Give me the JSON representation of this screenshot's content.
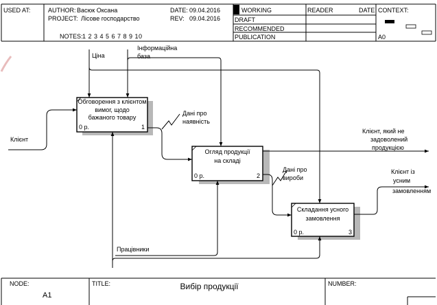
{
  "header": {
    "used_at": "USED AT:",
    "author_label": "AUTHOR:",
    "author": "Васюк Оксана",
    "project_label": "PROJECT:",
    "project": "Лісове господарство",
    "date_label": "DATE:",
    "date": "09.04.2016",
    "rev_label": "REV:",
    "rev": "09.04.2016",
    "notes_label": "NOTES:",
    "notes": "1 2 3 4 5 6 7 8 9 10",
    "status": [
      "WORKING",
      "DRAFT",
      "RECOMMENDED",
      "PUBLICATION"
    ],
    "reader": "READER",
    "reader_date": "DATE",
    "context": "CONTEXT:",
    "context_node": "A0"
  },
  "boxes": [
    {
      "lines": [
        "Обговорення з клієнтом",
        "вимог, щодо",
        "бажаного товару"
      ],
      "cost": "0 р.",
      "num": "1"
    },
    {
      "lines": [
        "Огляд продукції",
        "на складі"
      ],
      "cost": "0 р.",
      "num": "2"
    },
    {
      "lines": [
        "Складання усного",
        "замовлення"
      ],
      "cost": "0 р.",
      "num": "3"
    }
  ],
  "arrows": {
    "price": "Ціна",
    "info_base": [
      "Інформаційна",
      "база"
    ],
    "client_in": "Клієнт",
    "availability": [
      "Дані про",
      "наявність"
    ],
    "products_data": [
      "Дані про",
      "вироби"
    ],
    "client_not_satisfied": [
      "Клієнт, який не",
      "задоволений",
      "продукцією"
    ],
    "client_with_order": [
      "Клієнт із",
      "усним",
      "замовленням"
    ],
    "workers": "Працівники"
  },
  "footer": {
    "node_label": "NODE:",
    "node": "A1",
    "title_label": "TITLE:",
    "title": "Вибір продукції",
    "number_label": "NUMBER:"
  }
}
